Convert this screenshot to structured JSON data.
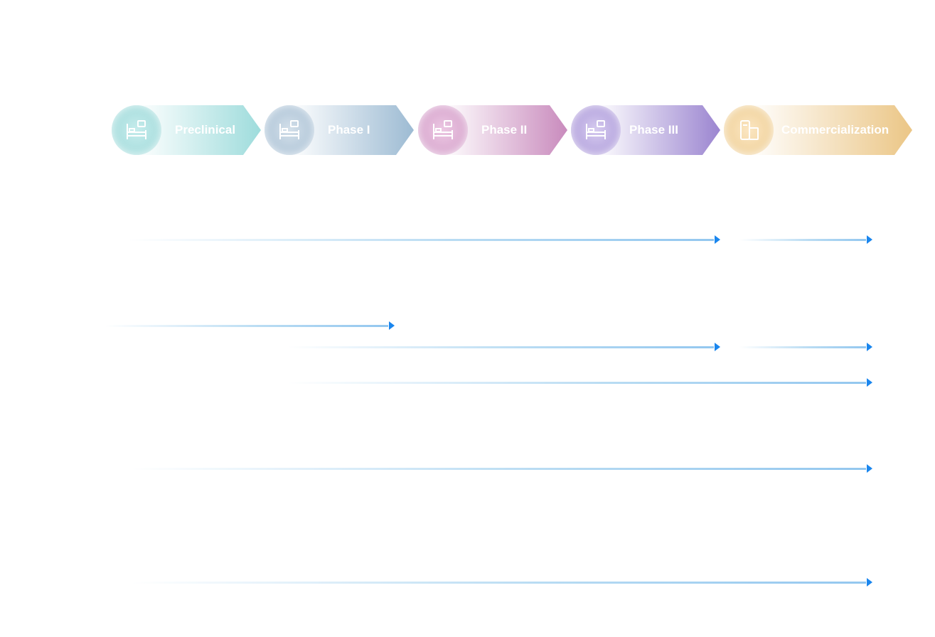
{
  "stages": [
    {
      "label": "Preclinical",
      "icon": "hospital-bed-icon",
      "color": "#9edcdc"
    },
    {
      "label": "Phase I",
      "icon": "hospital-bed-icon",
      "color": "#9dbbd3"
    },
    {
      "label": "Phase II",
      "icon": "hospital-bed-icon",
      "color": "#c98bbd"
    },
    {
      "label": "Phase III",
      "icon": "hospital-bed-icon",
      "color": "#9b85d0"
    },
    {
      "label": "Commercialization",
      "icon": "medicine-box-icon",
      "color": "#ebc686"
    }
  ],
  "progress_rows": [
    {
      "segments": [
        {
          "from": "Preclinical",
          "to": "Phase III"
        },
        {
          "from": "Commercialization",
          "to": "Commercialization"
        }
      ]
    },
    {
      "segments": [
        {
          "from": "Preclinical",
          "to": "Phase I"
        }
      ]
    },
    {
      "segments": [
        {
          "from": "Phase I",
          "to": "Phase III"
        },
        {
          "from": "Commercialization",
          "to": "Commercialization"
        }
      ]
    },
    {
      "segments": [
        {
          "from": "Phase I",
          "to": "Commercialization"
        }
      ]
    },
    {
      "segments": [
        {
          "from": "Preclinical",
          "to": "Commercialization"
        }
      ]
    },
    {
      "segments": [
        {
          "from": "Preclinical",
          "to": "Commercialization"
        }
      ]
    }
  ],
  "arrow_color": "#1a86ee"
}
